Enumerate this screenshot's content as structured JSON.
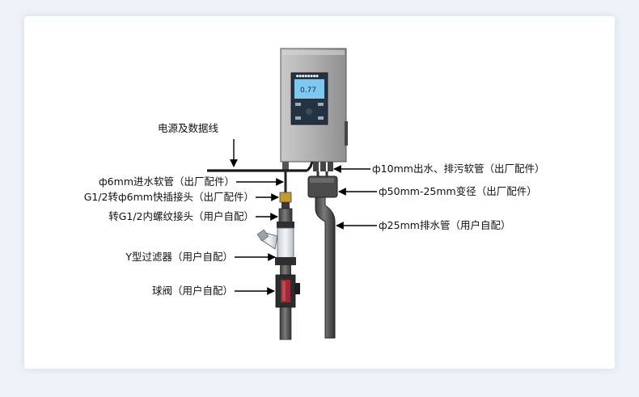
{
  "labels": {
    "power_data_cable": "电源及数据线",
    "inlet_hose": "ф6mm进水软管（出厂配件）",
    "quick_connector": "G1/2转ф6mm快插接头（出厂配件）",
    "threaded_connector": "转G1/2内螺纹接头（用户自配）",
    "y_filter": "Y型过滤器（用户自配）",
    "ball_valve": "球阀（用户自配）",
    "outlet_drain_hose": "ф10mm出水、排污软管（出厂配件）",
    "reducer": "ф50mm-25mm变径（出厂配件）",
    "drain_pipe": "ф25mm排水管（用户自配）"
  },
  "device": {
    "screen_value": "0.77"
  },
  "colors": {
    "cabinet": "#a9a9a9",
    "screen": "#7fc8ef",
    "keypad": "#1e2a3a",
    "pipe": "#5f5f5f",
    "valve_red": "#9c2a3a"
  }
}
